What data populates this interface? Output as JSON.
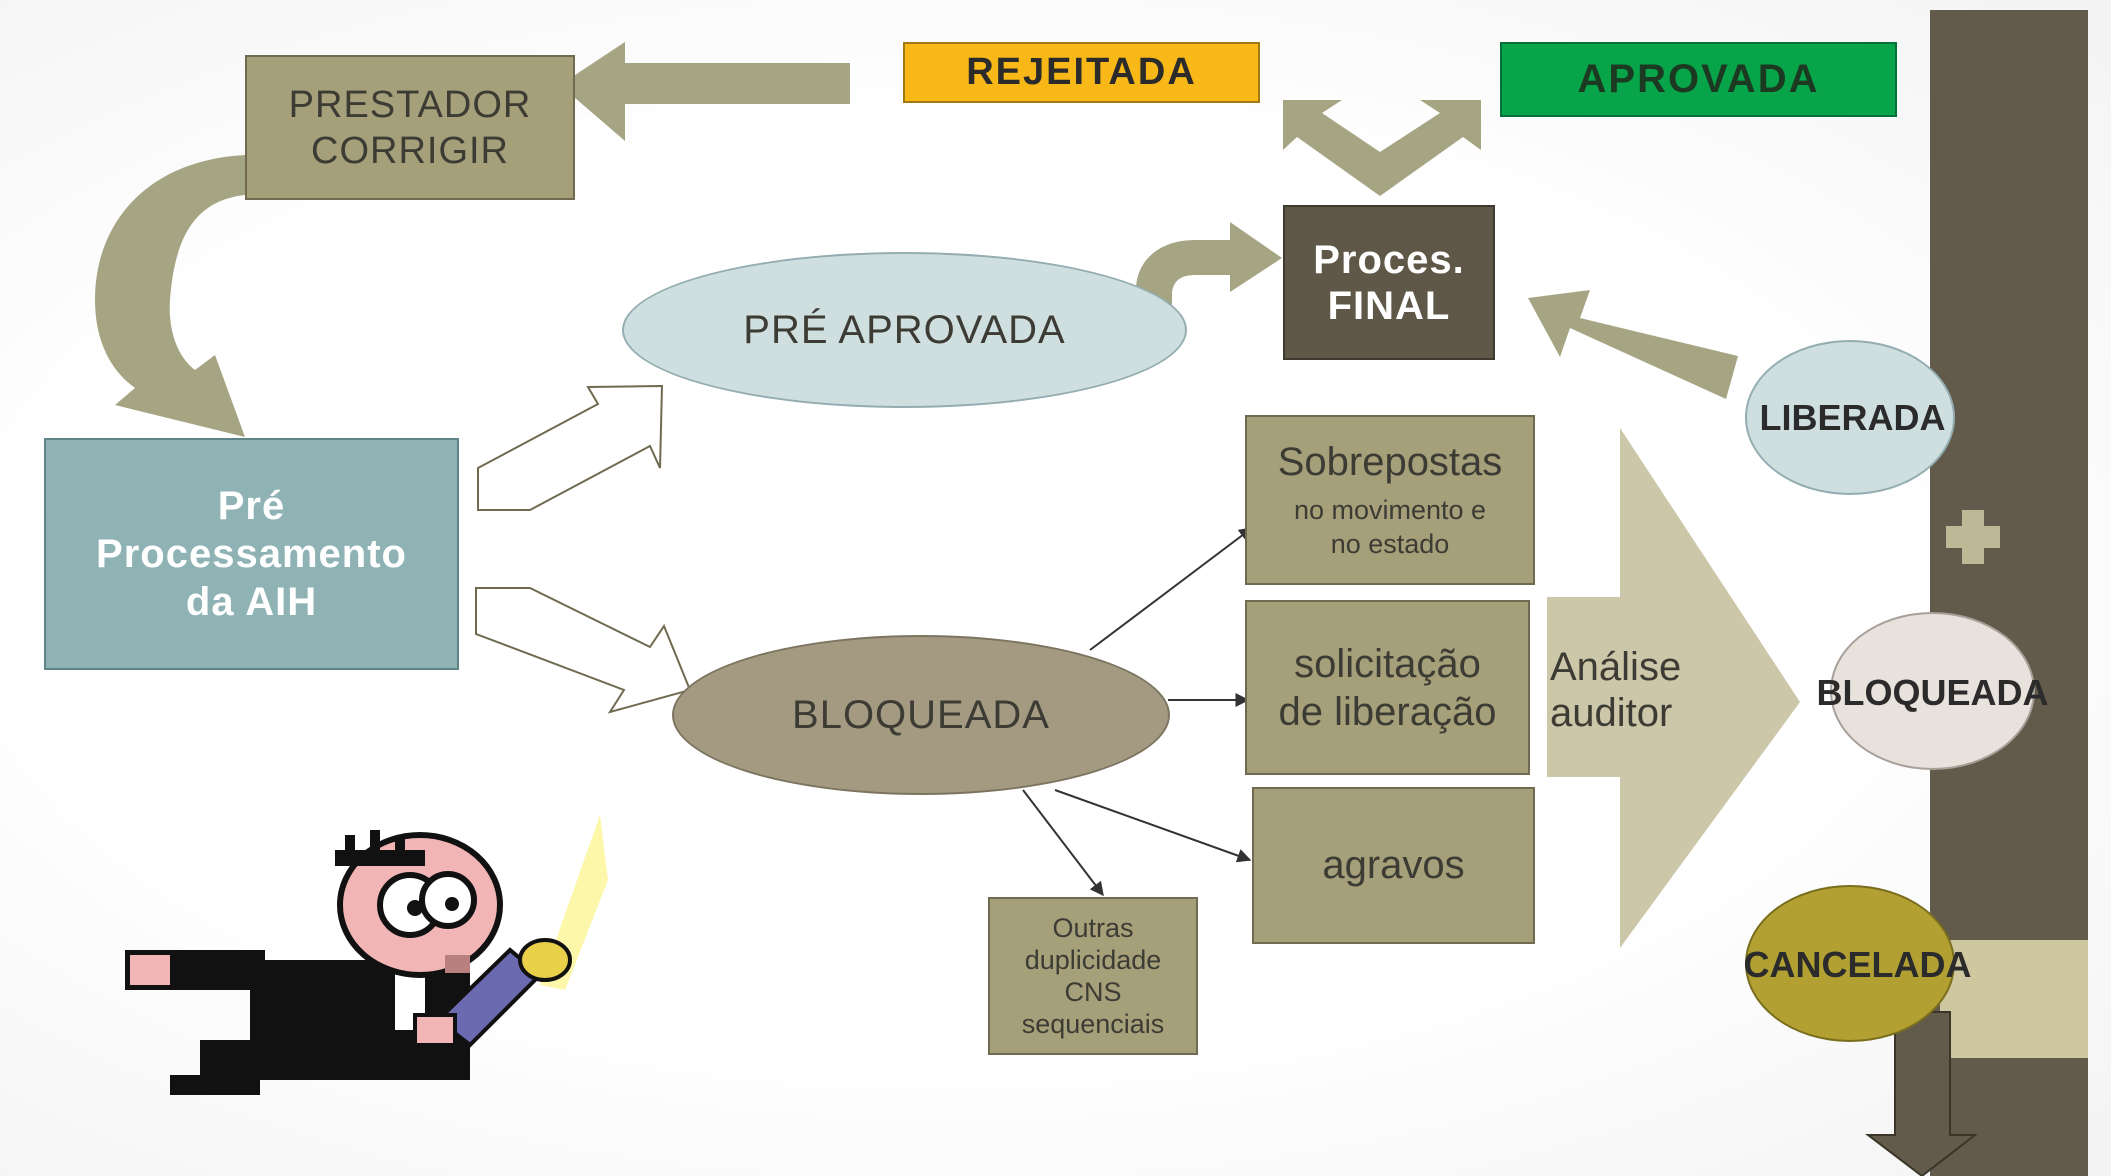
{
  "colors": {
    "olive_box": "#a59f7a",
    "olive_arrow": "#a6a583",
    "dark_box": "#5f5848",
    "teal_box": "#8fb3b5",
    "light_blue_ellipse": "#cfdfe0",
    "brown_ellipse": "#a39a81",
    "rejected_yellow": "#f8b918",
    "approved_green": "#07a449",
    "cancel_olive": "#b2a132",
    "right_bar": "#625a4a"
  },
  "nodes": {
    "prestador": {
      "lines": [
        "PRESTADOR",
        "CORRIGIR"
      ]
    },
    "rejeitada": {
      "label": "REJEITADA"
    },
    "aprovada": {
      "label": "APROVADA"
    },
    "proces_final": {
      "lines": [
        "Proces.",
        "FINAL"
      ]
    },
    "pre_aprovada": {
      "label": "PRÉ APROVADA"
    },
    "pre_processamento": {
      "lines": [
        "Pré",
        "Processamento",
        "da AIH"
      ]
    },
    "bloqueada_main": {
      "label": "BLOQUEADA"
    },
    "sobrepostas": {
      "title": "Sobrepostas",
      "sub_lines": [
        "no movimento e",
        "no estado"
      ]
    },
    "solicitacao": {
      "lines": [
        "solicitação",
        "de liberação"
      ]
    },
    "agravos": {
      "label": "agravos"
    },
    "outras": {
      "lines": [
        "Outras",
        "duplicidade",
        "CNS",
        "sequenciais"
      ]
    },
    "analise": {
      "lines": [
        "Análise",
        "auditor"
      ]
    },
    "liberada": {
      "label": "LIBERADA"
    },
    "bloqueada_status": {
      "label": "BLOQUEADA"
    },
    "cancelada": {
      "label": "CANCELADA"
    }
  },
  "illustration": {
    "icon": "detective-with-flashlight-icon"
  }
}
